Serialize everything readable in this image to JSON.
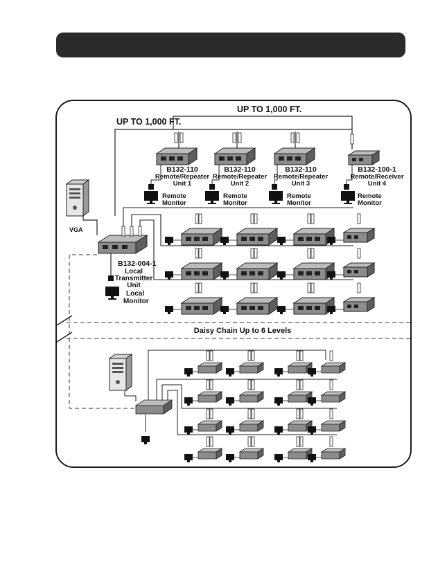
{
  "banner": {
    "text": ""
  },
  "diagram": {
    "distance_top": "UP TO 1,000 FT.",
    "distance_left": "UP TO 1,000 FT.",
    "source_label": "VGA",
    "units": [
      {
        "model": "B132-110",
        "role": "Remote/Repeater",
        "unit": "Unit 1",
        "monitor": "Remote Monitor"
      },
      {
        "model": "B132-110",
        "role": "Remote/Repeater",
        "unit": "Unit 2",
        "monitor": "Remote Monitor"
      },
      {
        "model": "B132-110",
        "role": "Remote/Repeater",
        "unit": "Unit 3",
        "monitor": "Remote Monitor"
      },
      {
        "model": "B132-100-1",
        "role": "Remote/Receiver",
        "unit": "Unit 4",
        "monitor": "Remote Monitor"
      }
    ],
    "transmitter": {
      "model": "B132-004-1",
      "line1": "Local",
      "line2": "Transmitter",
      "line3": "Unit"
    },
    "local_monitor": {
      "line1": "Local",
      "line2": "Monitor"
    },
    "daisy_chain": "Daisy Chain Up to 6 Levels"
  },
  "footer": {
    "text": ""
  },
  "colors": {
    "ink": "#111111",
    "device": "#8c8c8c",
    "banner": "#2b2b2b"
  }
}
